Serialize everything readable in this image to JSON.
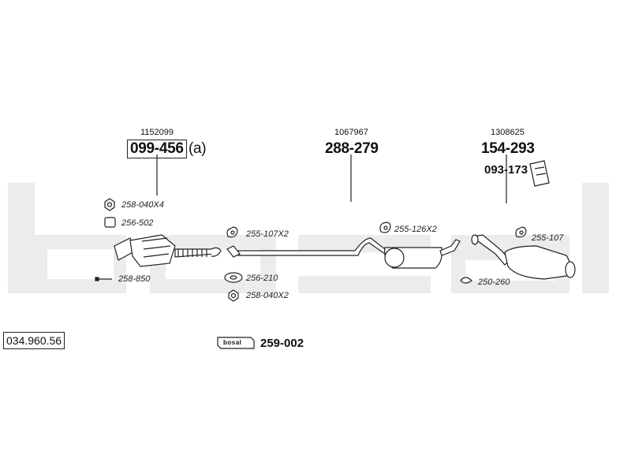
{
  "assembly_number": "034.960.56",
  "brand_logo_text": "bosal",
  "watermark_text": "bosal",
  "sections": [
    {
      "ref": "1152099",
      "part": "099-456",
      "suffix": "(a)"
    },
    {
      "ref": "1067967",
      "part": "288-279"
    },
    {
      "ref": "1308625",
      "part": "154-293",
      "sub_part": "093-173"
    }
  ],
  "components": {
    "nut_front": "258-040X4",
    "gasket_front": "256-502",
    "bolt_front": "258-850",
    "hanger_a": "255-107X2",
    "ring_gasket": "256-210",
    "nut_mid": "258-040X2",
    "hanger_b": "255-126X2",
    "hanger_c": "255-107",
    "clamp": "250-260"
  },
  "kit": {
    "part": "259-002"
  },
  "colors": {
    "watermark": "#e9e9e9",
    "line": "#222222"
  }
}
